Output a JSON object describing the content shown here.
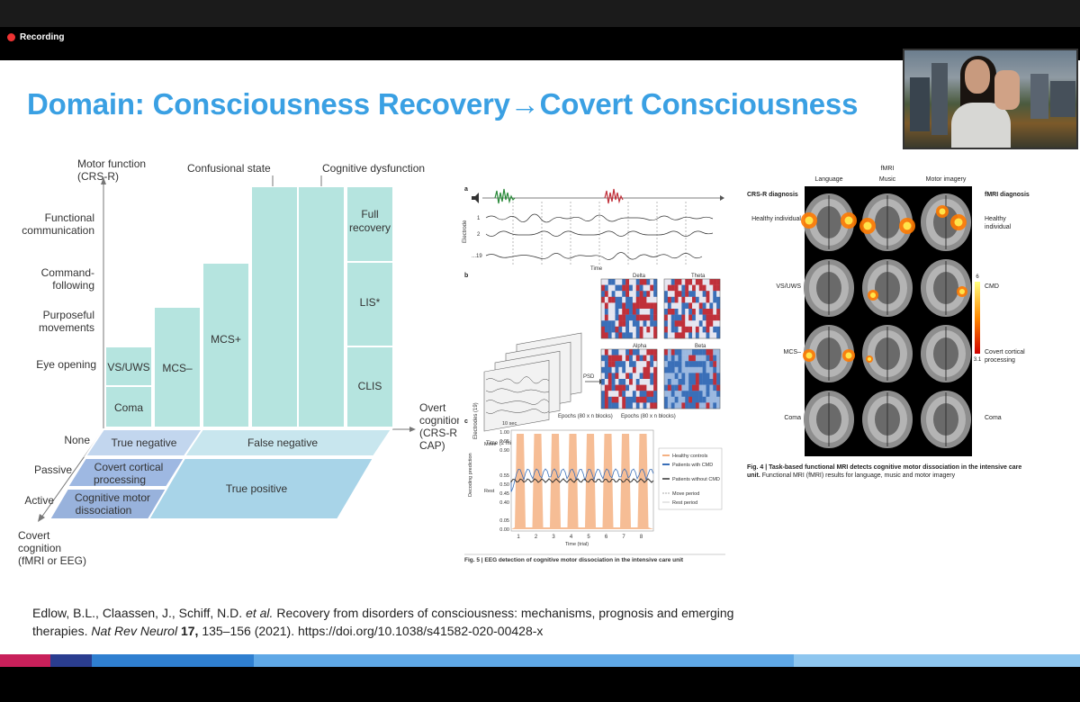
{
  "recording": {
    "label": "Recording"
  },
  "slide": {
    "title": "Domain: Consciousness Recovery→Covert Consciousness",
    "citation": {
      "authors": "Edlow, B.L., Claassen, J., Schiff, N.D.",
      "etal": "et al.",
      "text1": "Recovery from disorders of consciousness: mechanisms, prognosis and emerging therapies.",
      "journal": "Nat Rev Neurol",
      "volume": "17,",
      "rest": "135–156 (2021). https://doi.org/10.1038/s41582-020-00428-x"
    }
  },
  "diagram": {
    "motor_axis": [
      "Motor function",
      "(CRS-R)"
    ],
    "motor_levels": [
      "Functional",
      "communication",
      "Command-",
      "following",
      "Purposeful",
      "movements",
      "Eye opening"
    ],
    "top_labels": {
      "confusional": "Confusional state",
      "cognitive": "Cognitive dysfunction"
    },
    "overt_axis": [
      "Overt",
      "cognition",
      "(CRS-R or",
      "CAP)"
    ],
    "covert_levels": [
      "None",
      "Passive",
      "Active"
    ],
    "covert_axis": [
      "Covert",
      "cognition",
      "(fMRI or EEG)"
    ],
    "states": {
      "coma": "Coma",
      "vsuws": "VS/UWS",
      "mcsminus": "MCS–",
      "mcsplus": "MCS+",
      "full1": "Full",
      "full2": "recovery",
      "lis": "LIS*",
      "clis": "CLIS"
    },
    "floor": {
      "true_negative": "True negative",
      "false_negative": "False negative",
      "ccp1": "Covert cortical",
      "ccp2": "processing",
      "cmd1": "Cognitive motor",
      "cmd2": "dissociation",
      "true_positive": "True positive"
    }
  },
  "eeg_figure": {
    "panel_a": "a",
    "panel_b": "b",
    "panel_c": "c",
    "electrode_axis": "Electrode",
    "electrodes": [
      "1",
      "2",
      "...19"
    ],
    "time": "Time",
    "psd": "PSD",
    "bands": [
      "Delta",
      "Theta",
      "Alpha",
      "Beta"
    ],
    "epochs": "Epochs (80 x n blocks)",
    "electrodes19": "Electrodes (19)",
    "time2min": "Time (2 min)",
    "ten_sec": "10 sec",
    "y_ticks": [
      "1.00",
      "0.95",
      "0.90",
      "0.55",
      "0.50",
      "0.45",
      "0.40",
      "0.05",
      "0.00"
    ],
    "move": "Move",
    "rest": "Rest",
    "decoding": "Decoding prediction",
    "x_ticks": [
      "1",
      "2",
      "3",
      "4",
      "5",
      "6",
      "7",
      "8"
    ],
    "time_trial": "Time (trial)",
    "legend": [
      "Healthy controls",
      "Patients with CMD",
      "Patients without CMD",
      "Move period",
      "Rest period"
    ],
    "caption": "Fig. 5 | EEG detection of cognitive motor dissociation in the intensive care unit",
    "colors": {
      "red": "#c0303a",
      "blue": "#3a6fb8",
      "green": "#2a8a3a",
      "orange": "#f4b183"
    }
  },
  "fmri_figure": {
    "header": "fMRI",
    "columns": [
      "Language",
      "Music",
      "Motor imagery"
    ],
    "crsr": "CRS-R diagnosis",
    "fmri_dx": "fMRI diagnosis",
    "rows_left": [
      "Healthy individual",
      "VS/UWS",
      "MCS–",
      "Coma"
    ],
    "rows_right": [
      "Healthy individual",
      "CMD",
      "Covert cortical processing",
      "Coma"
    ],
    "scale_top": "6",
    "scale_bottom": "3.1",
    "caption_bold": "Fig. 4 | Task-based functional MRI detects cognitive motor dissociation in the intensive care unit.",
    "caption_rest": "Functional MRI (fMRI) results for language, music and motor imagery"
  }
}
